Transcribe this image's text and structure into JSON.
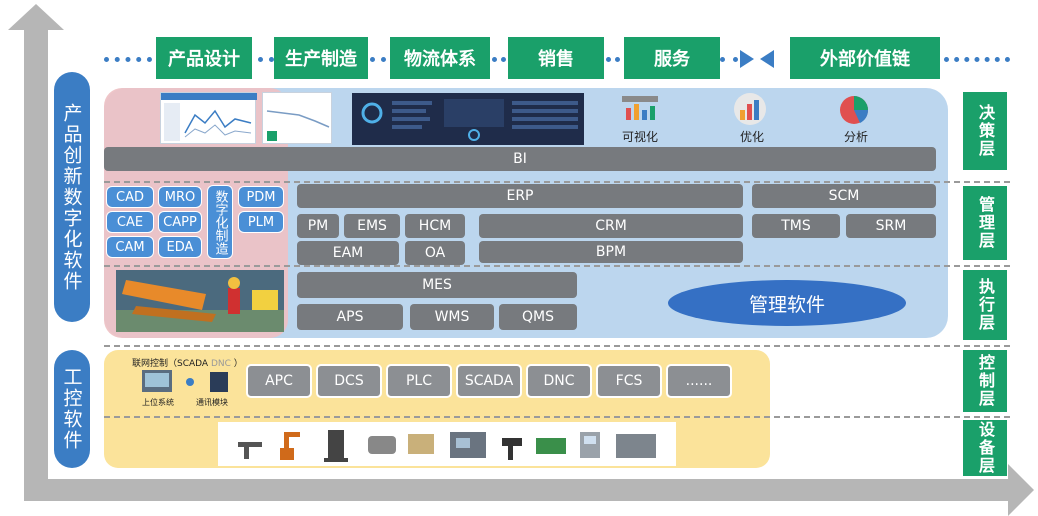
{
  "value_chain": [
    "产品设计",
    "生产制造",
    "物流体系",
    "销售",
    "服务",
    "外部价值链"
  ],
  "left_labels": {
    "product_software": "产品创新数字化软件",
    "control_software": "工控软件"
  },
  "layers": [
    "决策层",
    "管理层",
    "执行层",
    "控制层",
    "设备层"
  ],
  "bi_icons": [
    {
      "label": "可视化",
      "icon": "visualization-icon"
    },
    {
      "label": "优化",
      "icon": "optimization-chart-icon"
    },
    {
      "label": "分析",
      "icon": "pie-analysis-icon"
    }
  ],
  "bi_bar": "BI",
  "design_tools": {
    "cad": "CAD",
    "mro": "MRO",
    "cae": "CAE",
    "capp": "CAPP",
    "cam": "CAM",
    "eda": "EDA",
    "digital_manufacturing": "数字化制造",
    "pdm": "PDM",
    "plm": "PLM"
  },
  "management": {
    "erp": "ERP",
    "scm": "SCM",
    "pm": "PM",
    "ems": "EMS",
    "hcm": "HCM",
    "crm": "CRM",
    "tms": "TMS",
    "srm": "SRM",
    "eam": "EAM",
    "oa": "OA",
    "bpm": "BPM"
  },
  "execution": {
    "mes": "MES",
    "aps": "APS",
    "wms": "WMS",
    "qms": "QMS"
  },
  "management_software": "管理软件",
  "networking": {
    "title": "联网控制（SCADA",
    "dnc": "DNC",
    "close": "）",
    "host": "上位系统",
    "module": "通讯模块"
  },
  "control_tools": [
    "APC",
    "DCS",
    "PLC",
    "SCADA",
    "DNC",
    "FCS",
    "......"
  ],
  "colors": {
    "green": "#1aa06a",
    "blue": "#3b7dc4",
    "grey_box": "#777a7e",
    "yellow": "#fbe39a",
    "pink": "#eec1c4",
    "light_blue": "#bcd6ee"
  }
}
